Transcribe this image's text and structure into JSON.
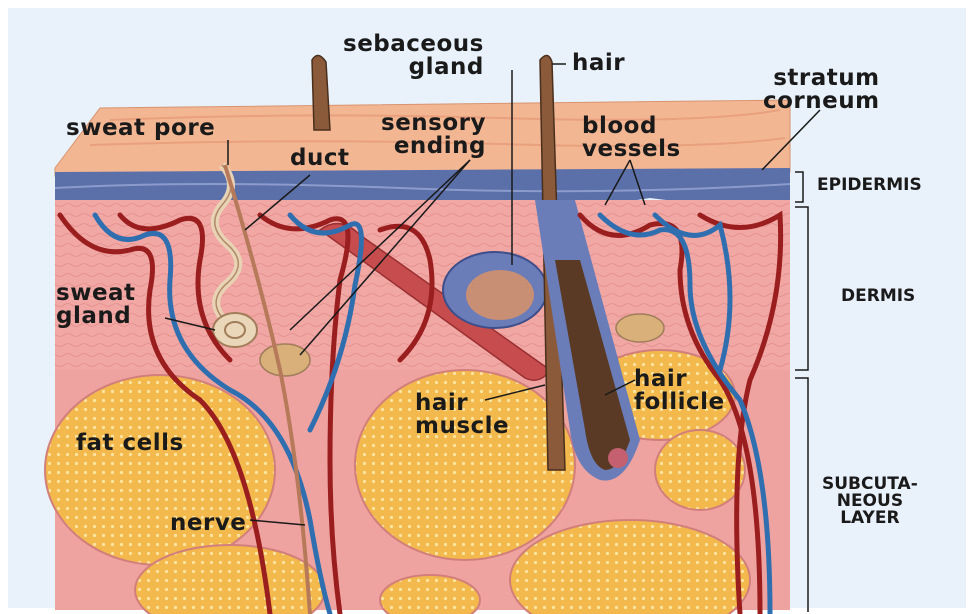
{
  "labels": {
    "sebaceous_gland": "sebaceous\ngland",
    "hair": "hair",
    "stratum_corneum": "stratum\ncorneum",
    "sweat_pore": "sweat pore",
    "sensory_ending": "sensory\nending",
    "blood_vessels": "blood\nvessels",
    "duct": "duct",
    "sweat_gland": "sweat\ngland",
    "hair_follicle": "hair\nfollicle",
    "hair_muscle": "hair\nmuscle",
    "fat_cells": "fat cells",
    "nerve": "nerve"
  },
  "layers": {
    "epidermis": "EPIDERMIS",
    "dermis": "DERMIS",
    "subcutaneous": "SUBCUTA-\nNEOUS\nLAYER"
  },
  "colors": {
    "epidermis_top": "#f2b592",
    "epidermis_blue": "#5a6ea8",
    "dermis": "#f0a5a5",
    "fat": "#f5b94a",
    "artery": "#9a1e1e",
    "vein": "#2f6fb0",
    "background": "#e9f1fa"
  }
}
